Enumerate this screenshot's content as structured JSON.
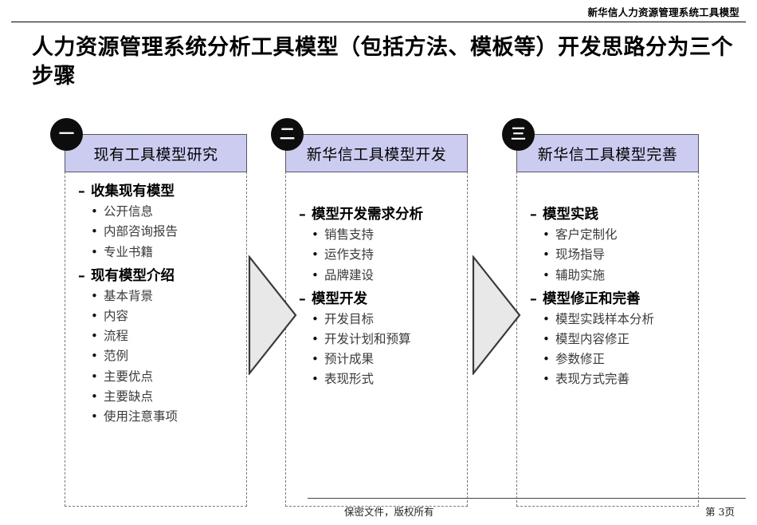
{
  "header": {
    "title": "新华信人力资源管理系统工具模型"
  },
  "slide": {
    "title": "人力资源管理系统分析工具模型（包括方法、模板等）开发思路分为三个步骤"
  },
  "colors": {
    "header_fill": "#ccccf0",
    "header_border": "#555566",
    "badge_fill": "#0d0d0d",
    "body_border": "#777777",
    "arrow_fill": "#e8e8e8",
    "arrow_stroke": "#3a3a3a",
    "sub_text": "#3b3b3b"
  },
  "columns": [
    {
      "badge": "一",
      "heading": "现有工具模型研究",
      "groups": [
        {
          "title": "收集现有模型",
          "items": [
            "公开信息",
            "内部咨询报告",
            "专业书籍"
          ]
        },
        {
          "title": "现有模型介绍",
          "items": [
            "基本背景",
            "内容",
            "流程",
            "范例",
            "主要优点",
            "主要缺点",
            "使用注意事项"
          ]
        }
      ]
    },
    {
      "badge": "二",
      "heading": "新华信工具模型开发",
      "groups": [
        {
          "title": "模型开发需求分析",
          "items": [
            "销售支持",
            "运作支持",
            "品牌建设"
          ]
        },
        {
          "title": "模型开发",
          "items": [
            "开发目标",
            "开发计划和预算",
            "预计成果",
            "表现形式"
          ]
        }
      ]
    },
    {
      "badge": "三",
      "heading": "新华信工具模型完善",
      "groups": [
        {
          "title": "模型实践",
          "items": [
            "客户定制化",
            "现场指导",
            "辅助实施"
          ]
        },
        {
          "title": "模型修正和完善",
          "items": [
            "模型实践样本分析",
            "模型内容修正",
            "参数修正",
            "表现方式完善"
          ]
        }
      ]
    }
  ],
  "connectors": [
    {
      "name": "arrow-step-1-to-2"
    },
    {
      "name": "arrow-step-2-to-3"
    }
  ],
  "bullet_glyph": "•",
  "dash_glyph": "–",
  "footer": {
    "left": "保密文件，版权所有",
    "right": "第 3页"
  }
}
